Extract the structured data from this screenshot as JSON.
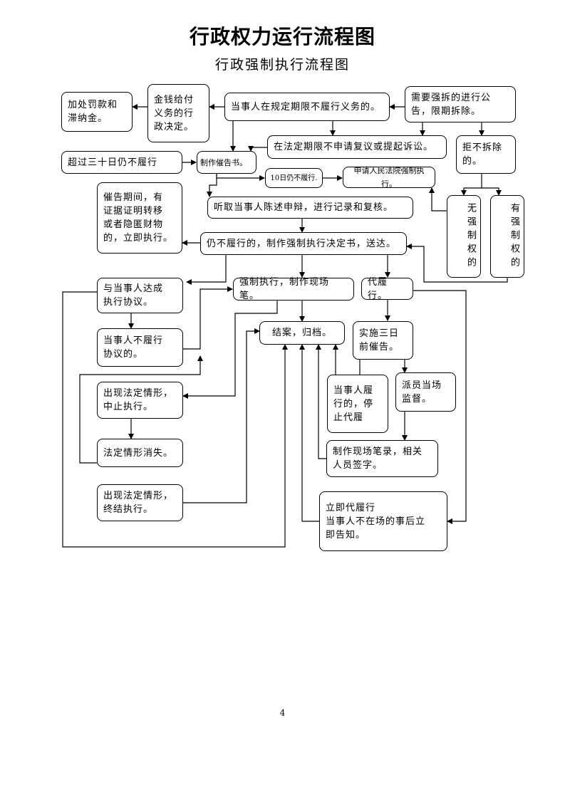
{
  "header": {
    "title": "行政权力运行流程图",
    "subtitle": "行政强制执行流程图"
  },
  "boxes": {
    "fine": "加处罚款和\n滞纳金。",
    "money_decision": "金钱给付\n义务的行\n政决定。",
    "not_fulfill": "当事人在规定期限不履行义务的。",
    "demolish_notice": "需要强拆的进行公\n告，限期拆除。",
    "no_review": "在法定期限不申请复议或提起诉讼。",
    "refuse_demolish": "拒不拆除\n的。",
    "over_30": "超过三十日仍不履行",
    "urge_letter": "制作催告书。",
    "ten_days": "10日仍不履行.",
    "apply_court": "申请人民法院强制执行。",
    "no_power": "无强制权的",
    "has_power": "有强制权的",
    "urge_period": "催告期间，有\n证据证明转移\n或者隐匿财物\n的，立即执行。",
    "hear": "听取当事人陈述申辩，进行记录和复核。",
    "still_not": "仍不履行的，制作强制执行决定书，送达。",
    "agreement": "与当事人达成\n执行协议。",
    "enforce": "强制执行，制作现场笔。",
    "substitute": "代履行。",
    "agreement_not": "当事人不履行\n协议的。",
    "close": "结案，归档。",
    "three_day": "实施三日\n前催告。",
    "suspend": "出现法定情形，\n中止执行。",
    "party_fulfill": "当事人履\n行的，停\n止代履",
    "supervise": "派员当场\n监督。",
    "vanish": "法定情形消失。",
    "record_sign": "制作现场笔录，相关\n人员签字。",
    "terminate": "出现法定情形，\n终结执行。",
    "immediate": "立即代履行\n当事人不在场的事后立\n即告知。"
  },
  "footer": {
    "page_number": "4"
  }
}
